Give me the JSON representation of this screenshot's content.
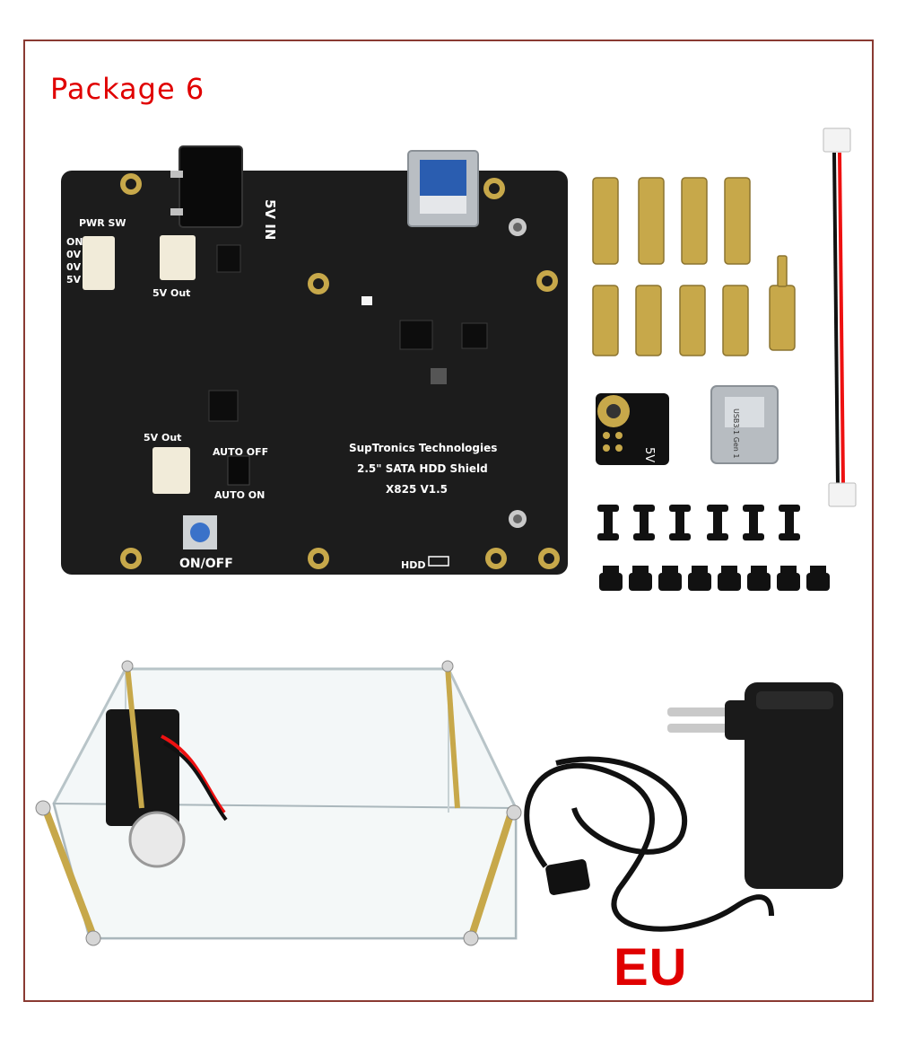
{
  "title": "Package 6",
  "region_label": "EU",
  "colors": {
    "accent_red": "#e00000",
    "frame": "#8a3a32",
    "pcb": "#1c1c1c",
    "brass": "#c7a84a"
  },
  "pcb": {
    "brand": "SupTronics Technologies",
    "product": "2.5\" SATA HDD Shield",
    "model": "X825 V1.5",
    "power_in": "5V IN",
    "pwr_sw": "PWR SW",
    "pwr_pins": [
      "ON",
      "0V",
      "0V",
      "5V"
    ],
    "out_top": "5V Out",
    "out_bottom": "5V Out",
    "auto_off": "AUTO OFF",
    "auto_on": "AUTO ON",
    "on_off": "ON/OFF",
    "hdd": "HDD"
  },
  "accessories": {
    "adapter_text": "5V",
    "usb_bridge_text": "USB3.1 Gen 1"
  }
}
